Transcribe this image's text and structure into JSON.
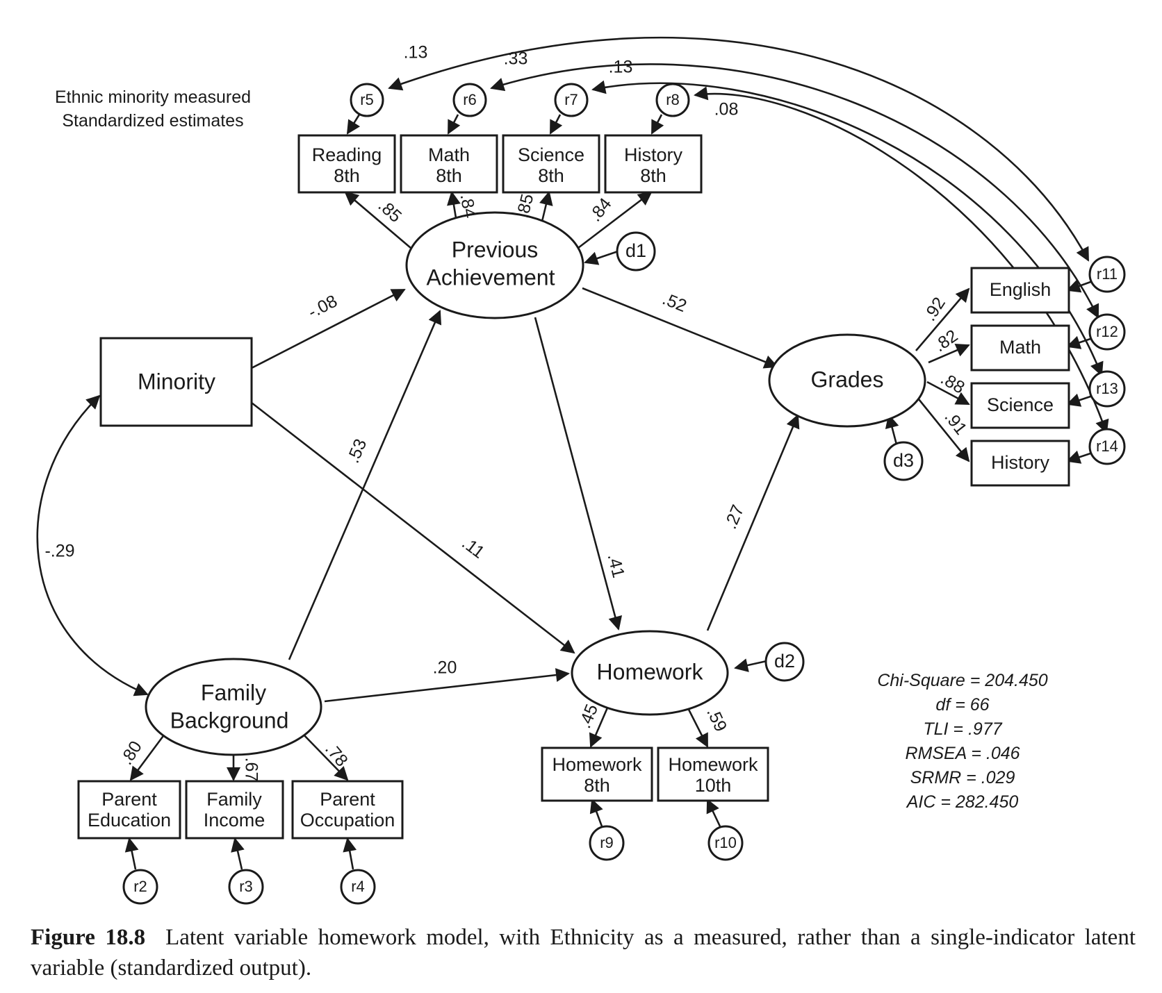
{
  "header_notes": [
    "Ethnic minority measured",
    "Standardized estimates"
  ],
  "latent_variables": {
    "previous_achievement": [
      "Previous",
      "Achievement"
    ],
    "family_background": [
      "Family",
      "Background"
    ],
    "homework": [
      "Homework"
    ],
    "grades": [
      "Grades"
    ]
  },
  "observed_variables": {
    "minority": [
      "Minority"
    ],
    "reading_8th": [
      "Reading",
      "8th"
    ],
    "math_8th": [
      "Math",
      "8th"
    ],
    "science_8th": [
      "Science",
      "8th"
    ],
    "history_8th": [
      "History",
      "8th"
    ],
    "english": [
      "English"
    ],
    "math": [
      "Math"
    ],
    "science": [
      "Science"
    ],
    "history": [
      "History"
    ],
    "parent_education": [
      "Parent",
      "Education"
    ],
    "family_income": [
      "Family",
      "Income"
    ],
    "parent_occupation": [
      "Parent",
      "Occupation"
    ],
    "homework_8th": [
      "Homework",
      "8th"
    ],
    "homework_10th": [
      "Homework",
      "10th"
    ]
  },
  "residuals": {
    "r2": "r2",
    "r3": "r3",
    "r4": "r4",
    "r5": "r5",
    "r6": "r6",
    "r7": "r7",
    "r8": "r8",
    "r9": "r9",
    "r10": "r10",
    "r11": "r11",
    "r12": "r12",
    "r13": "r13",
    "r14": "r14",
    "d1": "d1",
    "d2": "d2",
    "d3": "d3"
  },
  "paths": {
    "minority_to_prev_ach": "-.08",
    "minority_to_homework": ".11",
    "famback_to_prev_ach": ".53",
    "famback_to_homework": ".20",
    "prev_ach_to_homework": ".41",
    "prev_ach_to_grades": ".52",
    "homework_to_grades": ".27",
    "minority_famback_corr": "-.29"
  },
  "loadings": {
    "reading_8th": ".85",
    "math_8th": ".84",
    "science_8th": ".85",
    "history_8th": ".84",
    "english": ".92",
    "math": ".82",
    "science": ".88",
    "history": ".91",
    "parent_education": ".80",
    "family_income": ".67",
    "parent_occupation": ".78",
    "homework_8th": ".45",
    "homework_10th": ".59"
  },
  "residual_correlations": {
    "r5_r11": ".13",
    "r6_r12": ".33",
    "r7_r13": ".13",
    "r8_r14": ".08"
  },
  "fit_indices": [
    "Chi-Square = 204.450",
    "df = 66",
    "TLI = .977",
    "RMSEA = .046",
    "SRMR = .029",
    "AIC = 282.450"
  ],
  "caption": {
    "label": "Figure 18.8",
    "text": "Latent variable homework model, with Ethnicity as a measured, rather than a single-indicator latent variable (standardized output)."
  }
}
